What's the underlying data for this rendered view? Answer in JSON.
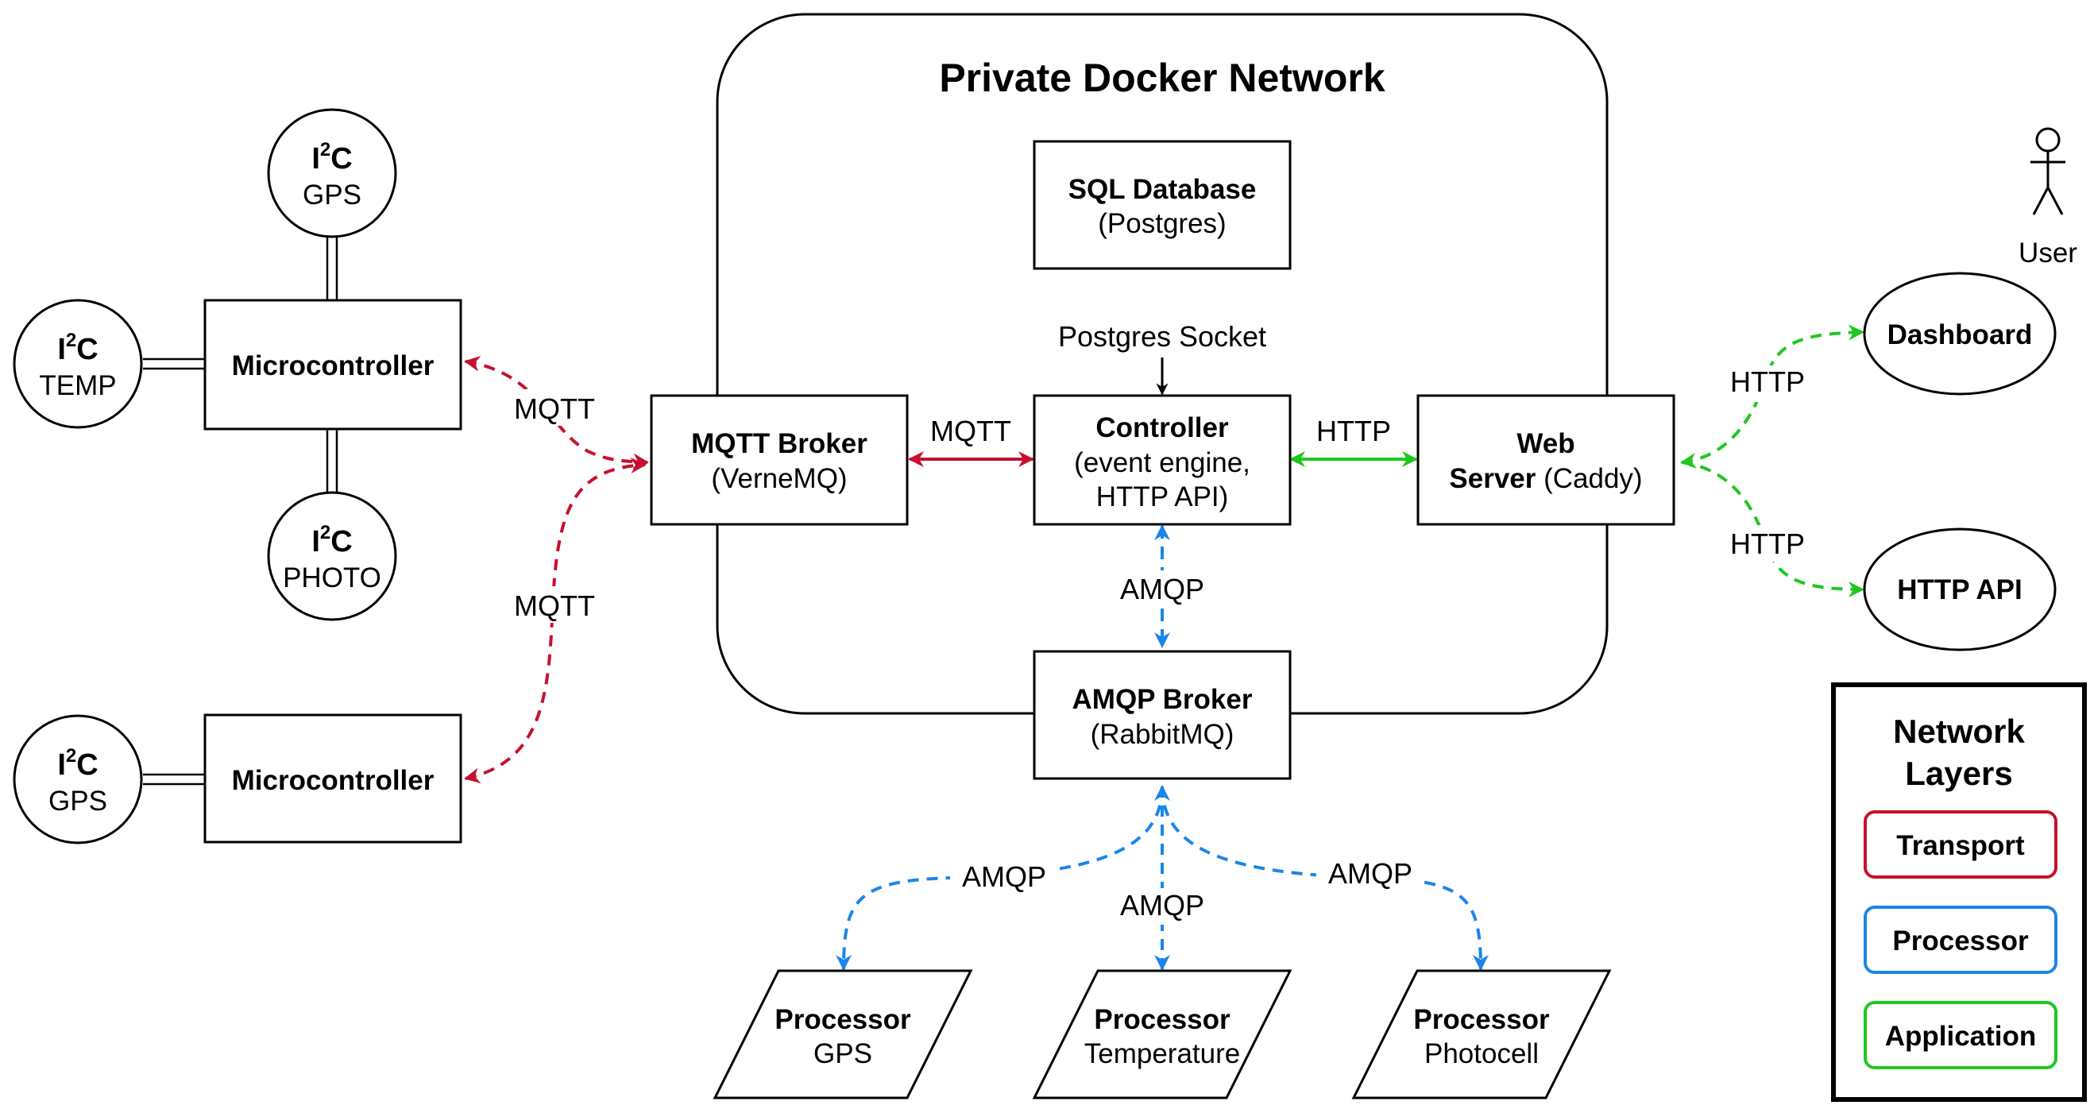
{
  "network": {
    "title": "Private Docker Network"
  },
  "nodes": {
    "sql_db": {
      "title": "SQL Database",
      "subtitle": "(Postgres)"
    },
    "mqtt_broker": {
      "title": "MQTT Broker",
      "subtitle": "(VerneMQ)"
    },
    "controller": {
      "title": "Controller",
      "line2": "(event engine,",
      "line3": "HTTP API)"
    },
    "web_server": {
      "title_line1": "Web",
      "title_line2": "Server",
      "subtitle": "(Caddy)"
    },
    "amqp_broker": {
      "title": "AMQP Broker",
      "subtitle": "(RabbitMQ)"
    },
    "mcu_top": {
      "label": "Microcontroller"
    },
    "mcu_bottom": {
      "label": "Microcontroller"
    },
    "proc_gps": {
      "title": "Processor",
      "subtitle": "GPS"
    },
    "proc_temp": {
      "title": "Processor",
      "subtitle": "Temperature"
    },
    "proc_photo": {
      "title": "Processor",
      "subtitle": "Photocell"
    },
    "dashboard": {
      "label": "Dashboard"
    },
    "http_api": {
      "label": "HTTP API"
    },
    "user": {
      "label": "User"
    }
  },
  "sensors": [
    {
      "prefix": "I",
      "sup": "2",
      "suffix": "C",
      "label": "GPS"
    },
    {
      "prefix": "I",
      "sup": "2",
      "suffix": "C",
      "label": "TEMP"
    },
    {
      "prefix": "I",
      "sup": "2",
      "suffix": "C",
      "label": "PHOTO"
    },
    {
      "prefix": "I",
      "sup": "2",
      "suffix": "C",
      "label": "GPS"
    }
  ],
  "edges": {
    "postgres_socket": "Postgres Socket",
    "mqtt_mcu_top": "MQTT",
    "mqtt_mcu_bottom": "MQTT",
    "mqtt_controller": "MQTT",
    "http_web": "HTTP",
    "http_dashboard": "HTTP",
    "http_api": "HTTP",
    "amqp_controller": "AMQP",
    "amqp_gps": "AMQP",
    "amqp_temp": "AMQP",
    "amqp_photo": "AMQP"
  },
  "legend": {
    "title_line1": "Network",
    "title_line2": "Layers",
    "items": [
      {
        "label": "Transport",
        "color": "#c8102e"
      },
      {
        "label": "Processor",
        "color": "#1a86e8"
      },
      {
        "label": "Application",
        "color": "#1ec81e"
      }
    ]
  },
  "colors": {
    "transport": "#c8102e",
    "processor": "#1a86e8",
    "application": "#1ec81e"
  }
}
